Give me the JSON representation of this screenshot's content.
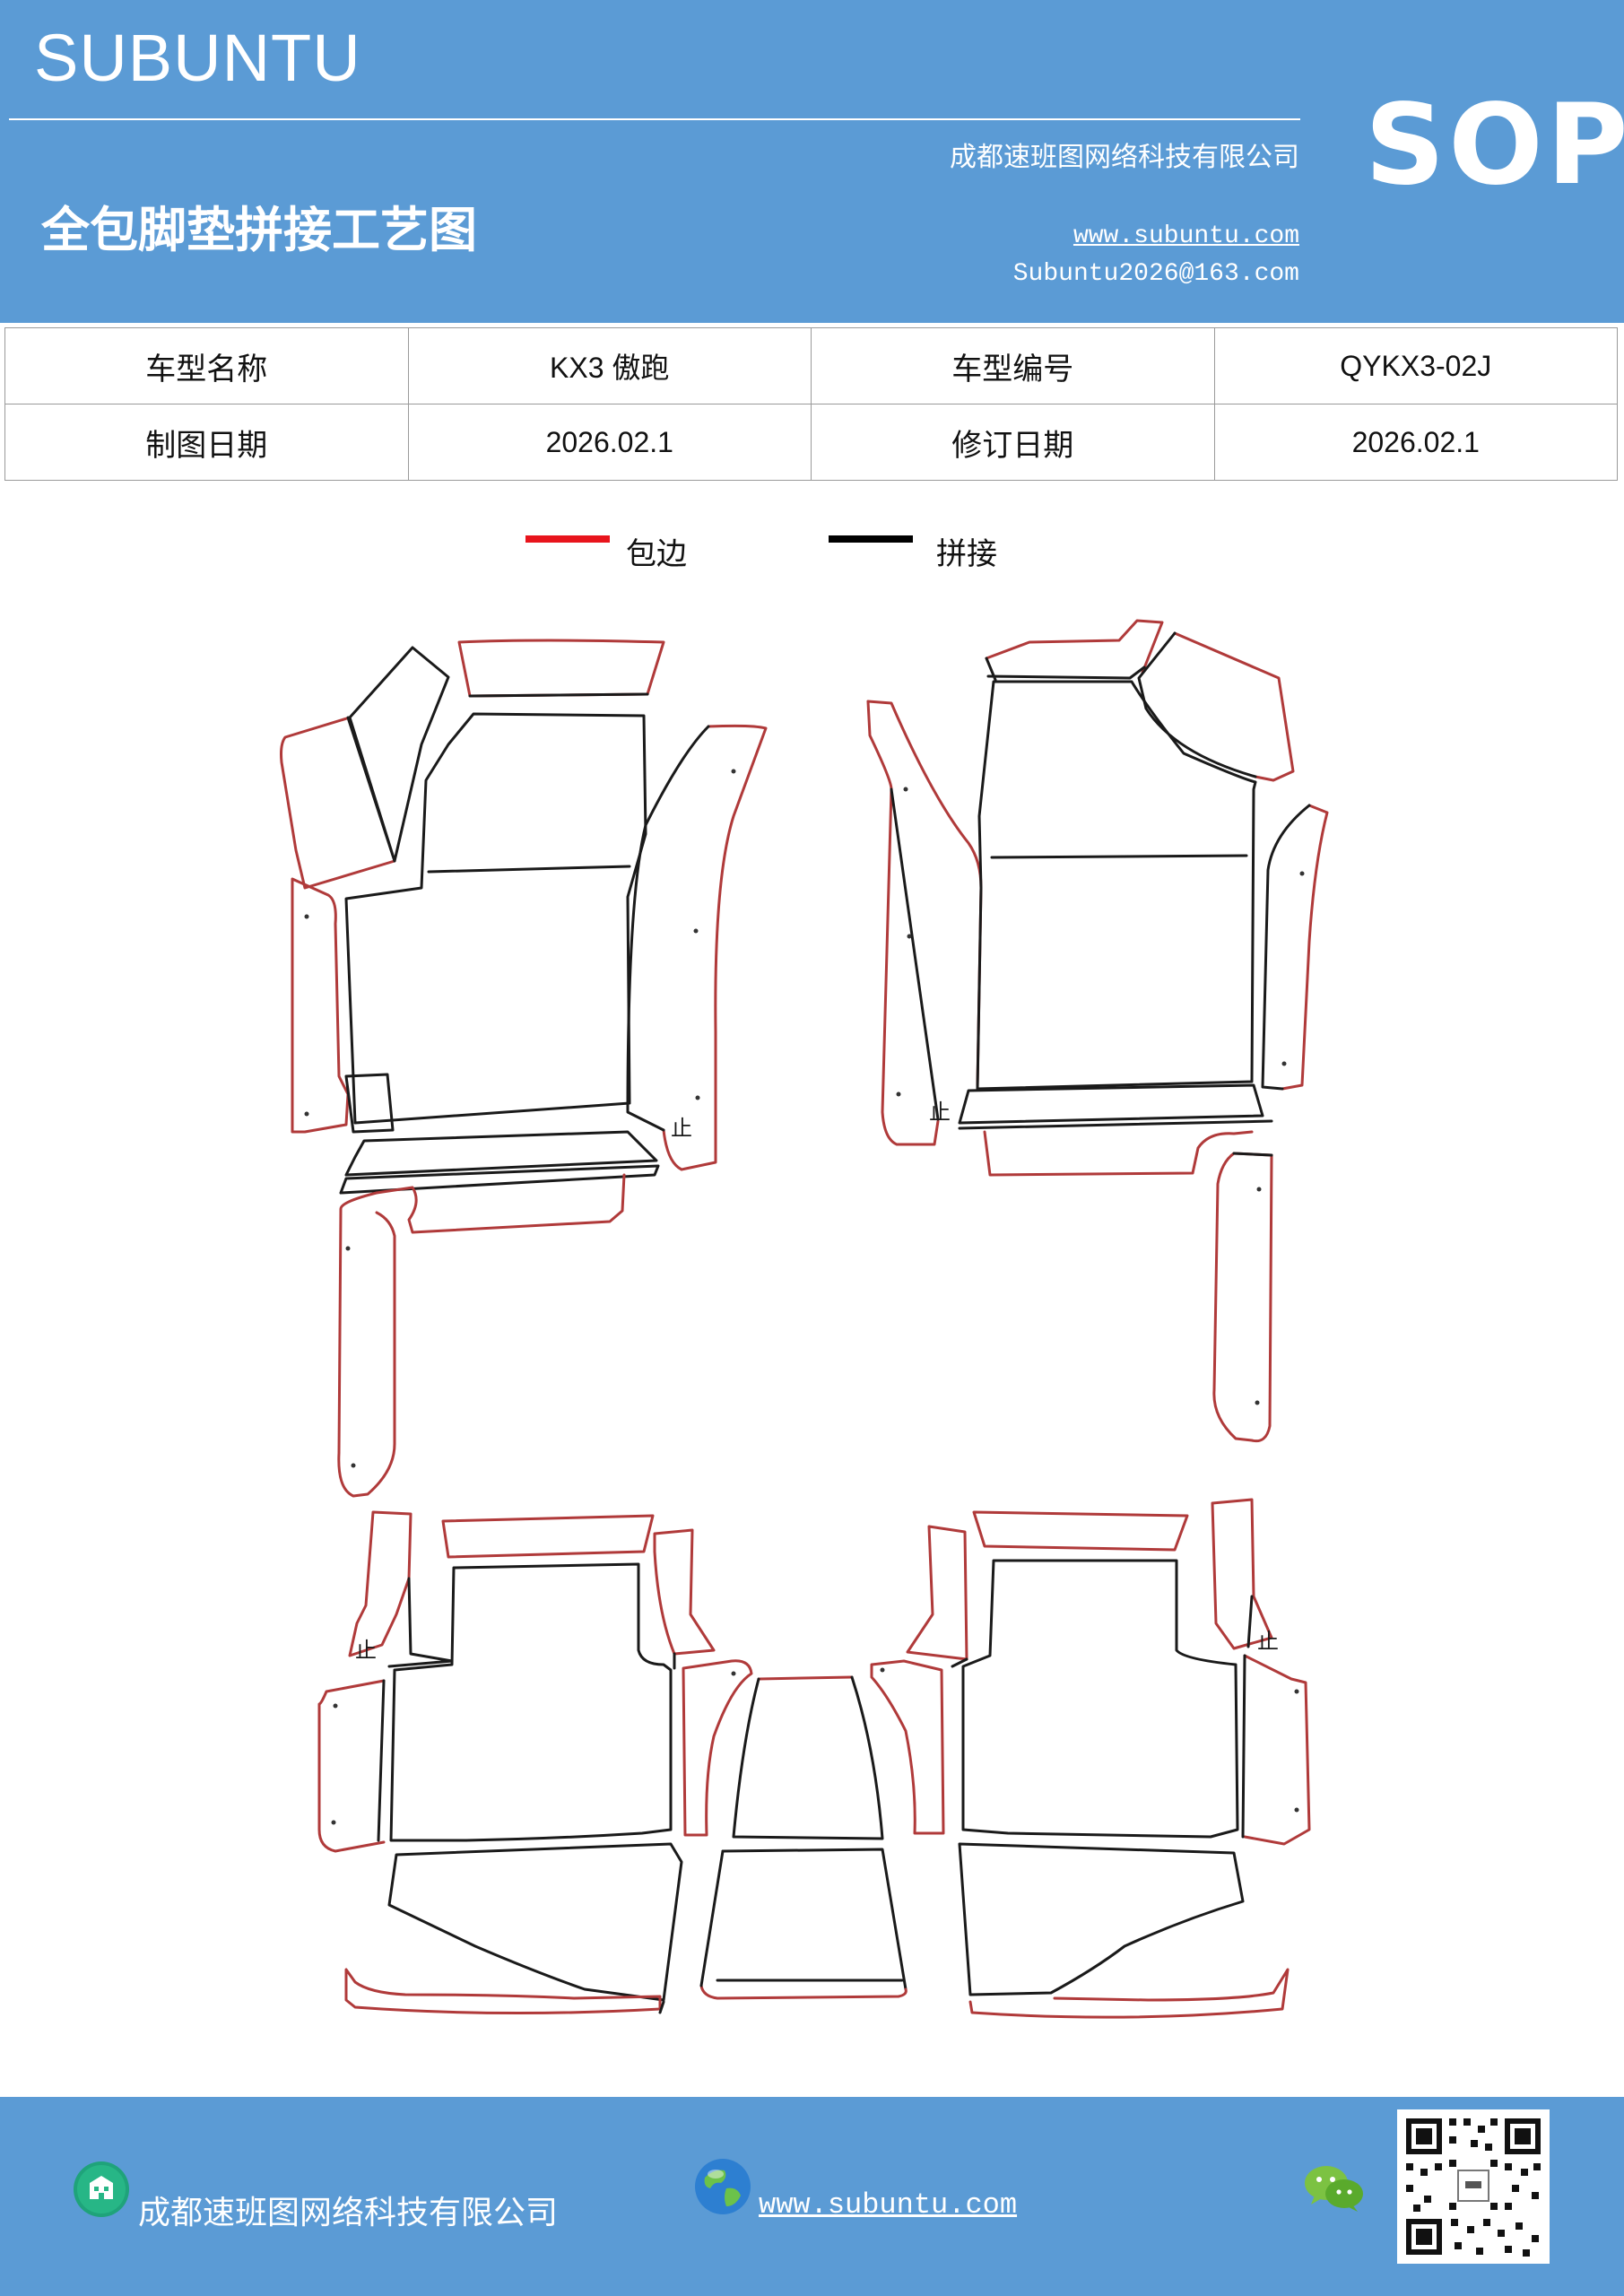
{
  "header": {
    "brand": "SUBUNTU",
    "company": "成都速班图网络科技有限公司",
    "title": "全包脚垫拼接工艺图",
    "website": "www.subuntu.com",
    "email": "Subuntu2026@163.com",
    "badge": "SOP"
  },
  "info_table": {
    "row1": {
      "label1": "车型名称",
      "value1": "KX3 傲跑",
      "label2": "车型编号",
      "value2": "QYKX3-02J"
    },
    "row2": {
      "label1": "制图日期",
      "value1": "2026.02.1",
      "label2": "修订日期",
      "value2": "2026.02.1"
    }
  },
  "legend": {
    "items": [
      {
        "label": "包边",
        "color": "#e8141c"
      },
      {
        "label": "拼接",
        "color": "#000000"
      }
    ]
  },
  "drawing": {
    "marker_text": "止",
    "edge_color": "#b03a3a",
    "seam_color": "#1a1a1a"
  },
  "footer": {
    "company": "成都速班图网络科技有限公司",
    "website": "www.subuntu.com",
    "icons": [
      "building-icon",
      "globe-icon",
      "wechat-icon",
      "qr-code"
    ]
  },
  "colors": {
    "header_bg": "#5b9bd5",
    "text_on_blue": "#ffffff"
  }
}
